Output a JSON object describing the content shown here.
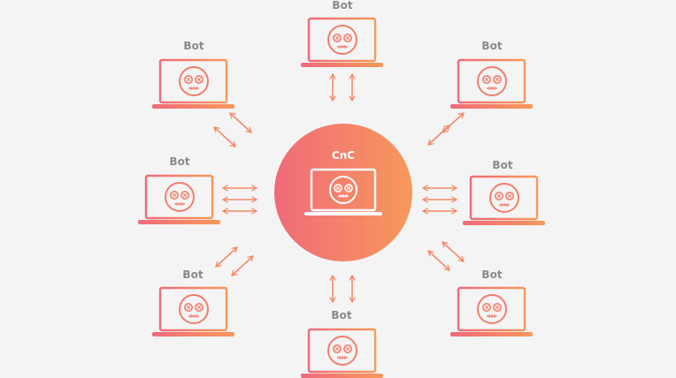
{
  "diagram": {
    "center": {
      "label": "CnC"
    },
    "bots": [
      {
        "id": "top",
        "label": "Bot"
      },
      {
        "id": "upper-left",
        "label": "Bot"
      },
      {
        "id": "upper-right",
        "label": "Bot"
      },
      {
        "id": "left",
        "label": "Bot"
      },
      {
        "id": "right",
        "label": "Bot"
      },
      {
        "id": "lower-left",
        "label": "Bot"
      },
      {
        "id": "lower-right",
        "label": "Bot"
      },
      {
        "id": "bottom",
        "label": "Bot"
      }
    ],
    "colors": {
      "background": "#f4f4f4",
      "gradient_start": "#f06a7a",
      "gradient_end": "#f7995a",
      "bot_label": "#8a8a8a",
      "center_text": "#ffffff"
    }
  }
}
